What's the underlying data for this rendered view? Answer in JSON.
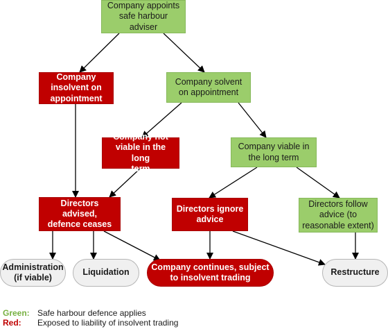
{
  "nodes": {
    "adviser": "Company appoints\nsafe harbour\nadviser",
    "insolvent": "Company\ninsolvent on\nappointment",
    "solvent": "Company solvent\non appointment",
    "not_viable": "Company not\nviable in the long\nterm",
    "viable": "Company viable in\nthe long term",
    "directors_advised": "Directors advised,\ndefence ceases",
    "directors_ignore": "Directors ignore\nadvice",
    "directors_follow": "Directors follow\nadvice (to\nreasonable extent)",
    "administration": "Administration\n(if viable)",
    "liquidation": "Liquidation",
    "continues": "Company continues, subject\nto insolvent trading",
    "restructure": "Restructure"
  },
  "legend": {
    "green_key": "Green:",
    "green_text": "Safe harbour defence applies",
    "red_key": "Red:",
    "red_text": "Exposed to liability of insolvent trading"
  },
  "colors": {
    "green": "#9bcd6b",
    "red": "#c00000",
    "grey": "#f0f0f0"
  }
}
